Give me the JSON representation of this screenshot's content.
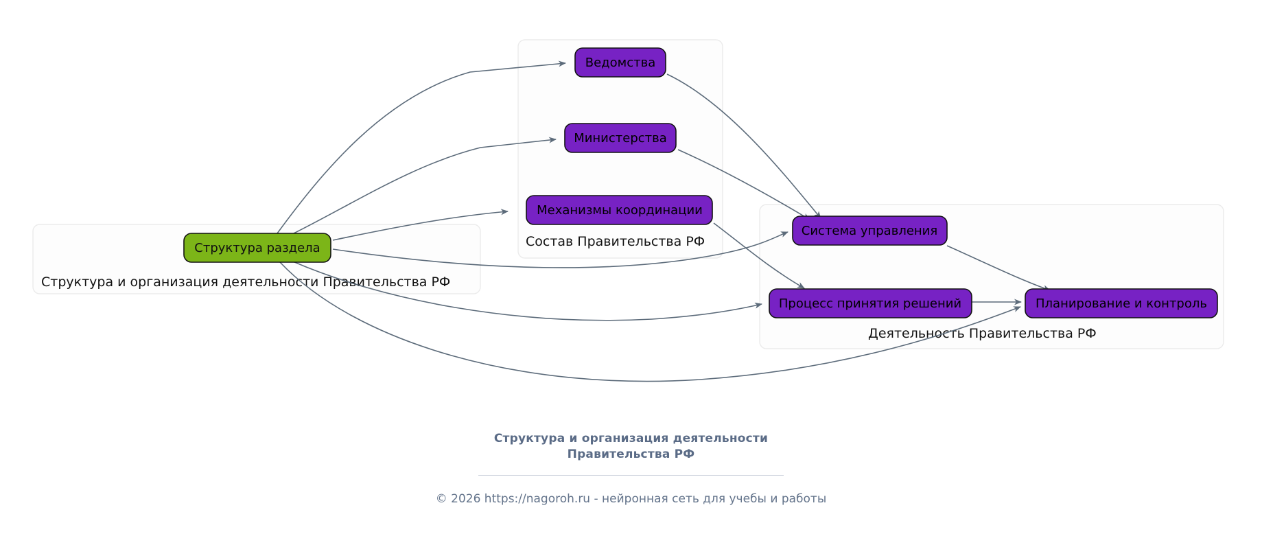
{
  "diagram": {
    "type": "flowchart",
    "direction": "left-to-right",
    "root_node": {
      "id": "root",
      "label": "Структура раздела",
      "color": "#7cb518",
      "text_color": "#111111"
    },
    "node_color": "#7722c4",
    "node_text_color": "#000000",
    "edge_color": "#5c6b7a",
    "cluster_border_color": "#ebebeb",
    "cluster_fill_color": "#fdfdfd",
    "clusters": [
      {
        "id": "cluster-root",
        "label": "Структура и организация деятельности Правительства РФ",
        "nodes": [
          "root"
        ]
      },
      {
        "id": "cluster-sostav",
        "label": "Состав Правительства РФ",
        "nodes": [
          "vedomstva",
          "ministerstva",
          "mehanizmy"
        ]
      },
      {
        "id": "cluster-deyatelnost",
        "label": "Деятельность Правительства РФ",
        "nodes": [
          "sistema",
          "process",
          "planirovanie"
        ]
      }
    ],
    "nodes": [
      {
        "id": "vedomstva",
        "label": "Ведомства"
      },
      {
        "id": "ministerstva",
        "label": "Министерства"
      },
      {
        "id": "mehanizmy",
        "label": "Механизмы координации"
      },
      {
        "id": "sistema",
        "label": "Система управления"
      },
      {
        "id": "process",
        "label": "Процесс принятия решений"
      },
      {
        "id": "planirovanie",
        "label": "Планирование и контроль"
      }
    ],
    "edges": [
      {
        "from": "root",
        "to": "vedomstva"
      },
      {
        "from": "root",
        "to": "ministerstva"
      },
      {
        "from": "root",
        "to": "mehanizmy"
      },
      {
        "from": "root",
        "to": "sistema"
      },
      {
        "from": "root",
        "to": "process"
      },
      {
        "from": "root",
        "to": "planirovanie"
      },
      {
        "from": "vedomstva",
        "to": "sistema"
      },
      {
        "from": "ministerstva",
        "to": "sistema"
      },
      {
        "from": "mehanizmy",
        "to": "process"
      },
      {
        "from": "sistema",
        "to": "planirovanie"
      },
      {
        "from": "process",
        "to": "planirovanie"
      }
    ]
  },
  "footer": {
    "title_line1": "Структура и организация деятельности",
    "title_line2": "Правительства РФ",
    "copyright": "© 2026 https://nagoroh.ru - нейронная сеть для учебы и работы",
    "title_color": "#5a6b86",
    "copyright_color": "#64748b"
  }
}
